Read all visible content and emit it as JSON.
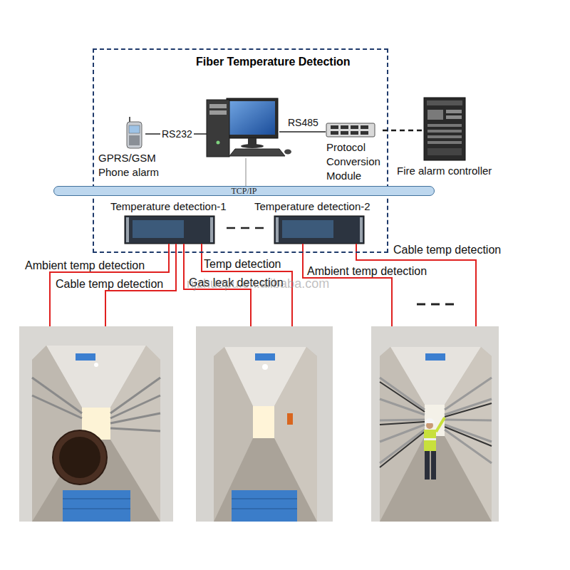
{
  "diagram": {
    "nodes": [
      {
        "text": [
          "Fiber Temperature Detection"
        ]
      },
      {
        "text": [
          "GPRS/GSM Phone alarm"
        ],
        "in": 0
      },
      {
        "text": [
          "Protocol Conversion Module"
        ],
        "in": 0
      },
      {
        "text": [
          "Fire alarm controller"
        ]
      },
      {
        "text": [
          "TCP/IP"
        ]
      },
      {
        "text": [
          "Temperature detection-1"
        ],
        "in": 0
      },
      {
        "text": [
          "Temperature detection-2"
        ],
        "in": 0
      }
    ],
    "edges": [
      {
        "from": 2,
        "to": 3,
        "arrow": "none"
      }
    ],
    "labels": [
      "RS232",
      "RS485",
      "Ambient temp detection",
      "Cable temp detection",
      "Temp detection",
      "Gas leak detection",
      "Ambient temp detection",
      "Cable temp detection",
      "njzhuopu.en.alibaba.com"
    ]
  }
}
